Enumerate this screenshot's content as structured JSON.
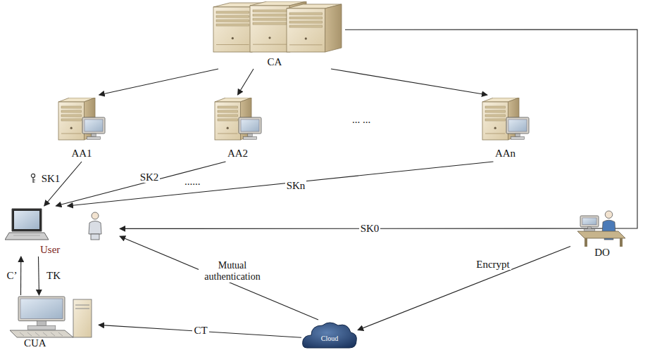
{
  "diagram": {
    "nodes": [
      {
        "text": [
          "CA"
        ]
      },
      {
        "text": [
          "AA1"
        ]
      },
      {
        "text": [
          "AA2"
        ]
      },
      {
        "text": [
          "AAn"
        ]
      },
      {
        "text": [
          "User"
        ]
      },
      {
        "text": [
          "CUA"
        ]
      },
      {
        "text": [
          "Cloud"
        ]
      },
      {
        "text": [
          "DO"
        ]
      }
    ],
    "edges": [
      {
        "from": 0,
        "to": 1,
        "arrow": "to"
      },
      {
        "from": 0,
        "to": 2,
        "arrow": "to"
      },
      {
        "from": 0,
        "to": 3,
        "arrow": "to"
      },
      {
        "from": 1,
        "to": 4,
        "label": "SK1",
        "arrow": "to"
      },
      {
        "from": 2,
        "to": 4,
        "label": "SK2",
        "arrow": "to"
      },
      {
        "from": 3,
        "to": 4,
        "label": "SKn",
        "arrow": "to"
      },
      {
        "from": 0,
        "to": 4,
        "label": "SK0",
        "arrow": "to"
      },
      {
        "from": 4,
        "to": 5,
        "label": "TK",
        "arrow": "to"
      },
      {
        "from": 5,
        "to": 4,
        "label": "C’",
        "arrow": "to"
      },
      {
        "from": 6,
        "to": 4,
        "label": "Mutual authentication",
        "arrow": "to"
      },
      {
        "from": 6,
        "to": 5,
        "label": "CT",
        "arrow": "to"
      },
      {
        "from": 7,
        "to": 6,
        "label": "Encrypt",
        "arrow": "to"
      }
    ],
    "labels": [
      "... ...",
      "......"
    ]
  }
}
